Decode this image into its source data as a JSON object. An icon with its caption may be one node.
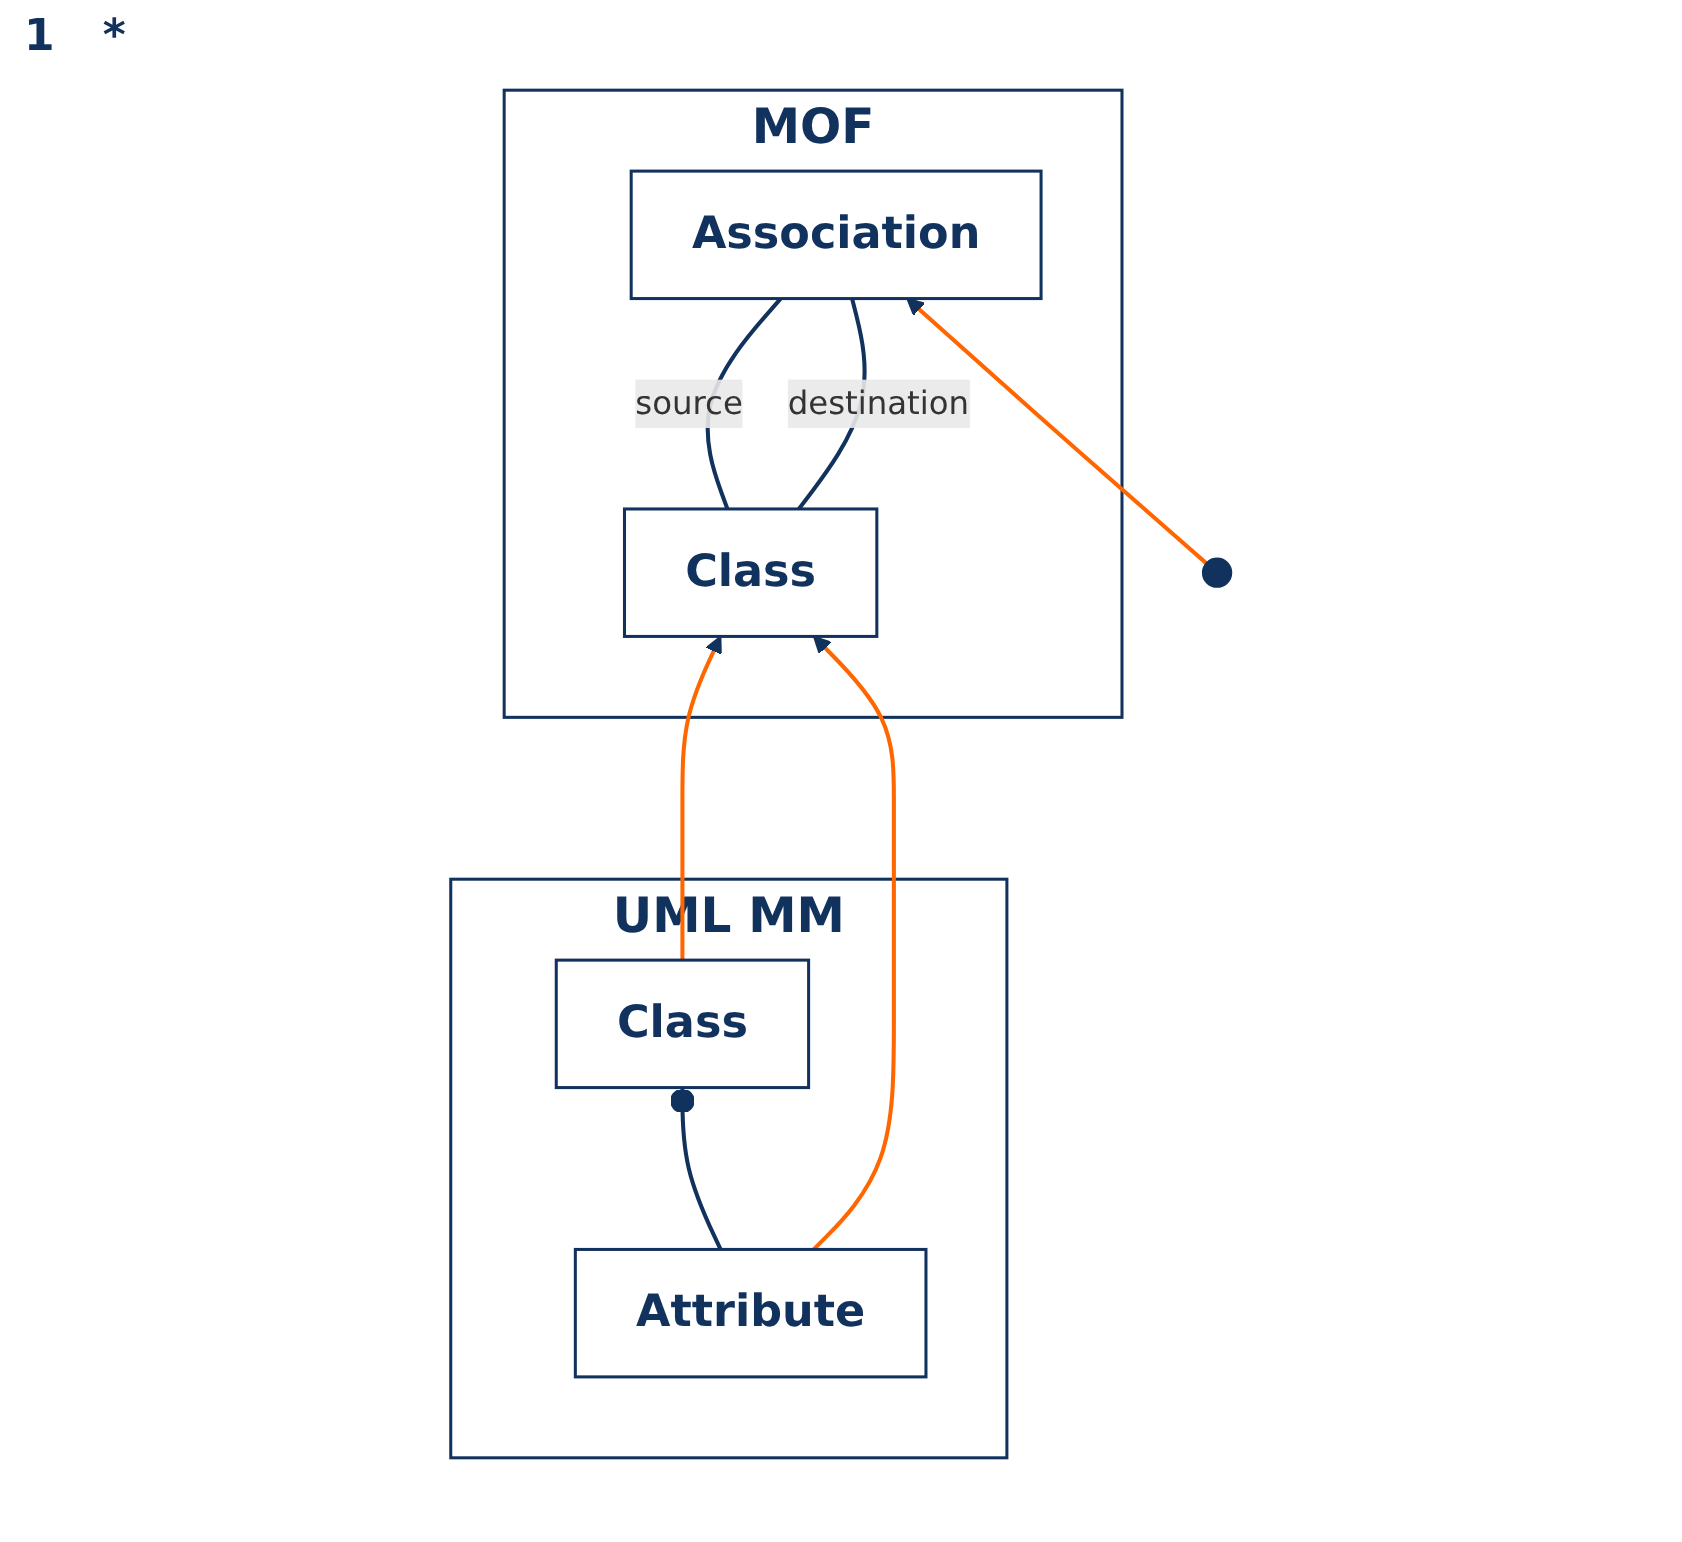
{
  "diagram": {
    "nodes": [
      {
        "text": [
          "MOF"
        ]
      },
      {
        "text": [
          "Class"
        ],
        "in": 0
      },
      {
        "text": [
          "Association"
        ],
        "in": 0
      },
      {
        "text": [
          "UML MM"
        ]
      },
      {
        "text": [
          "Class"
        ],
        "in": 3
      },
      {
        "text": [
          "Attribute"
        ],
        "in": 3
      }
    ],
    "edges": [
      {
        "from": 1,
        "to": 2,
        "arrow": "none",
        "label": "source"
      },
      {
        "from": 1,
        "to": 2,
        "arrow": "none",
        "label": "destination"
      },
      {
        "from": 4,
        "to": 5,
        "arrow": "other"
      },
      {
        "from": 4,
        "to": 1,
        "arrow": "to",
        "color": "#ff6600"
      },
      {
        "from": 5,
        "to": 1,
        "arrow": "to",
        "color": "#ff6600"
      },
      {
        "from": null,
        "to": 2,
        "arrow": "to",
        "color": "#ff6600"
      }
    ],
    "labels": [
      "1",
      "*"
    ]
  }
}
